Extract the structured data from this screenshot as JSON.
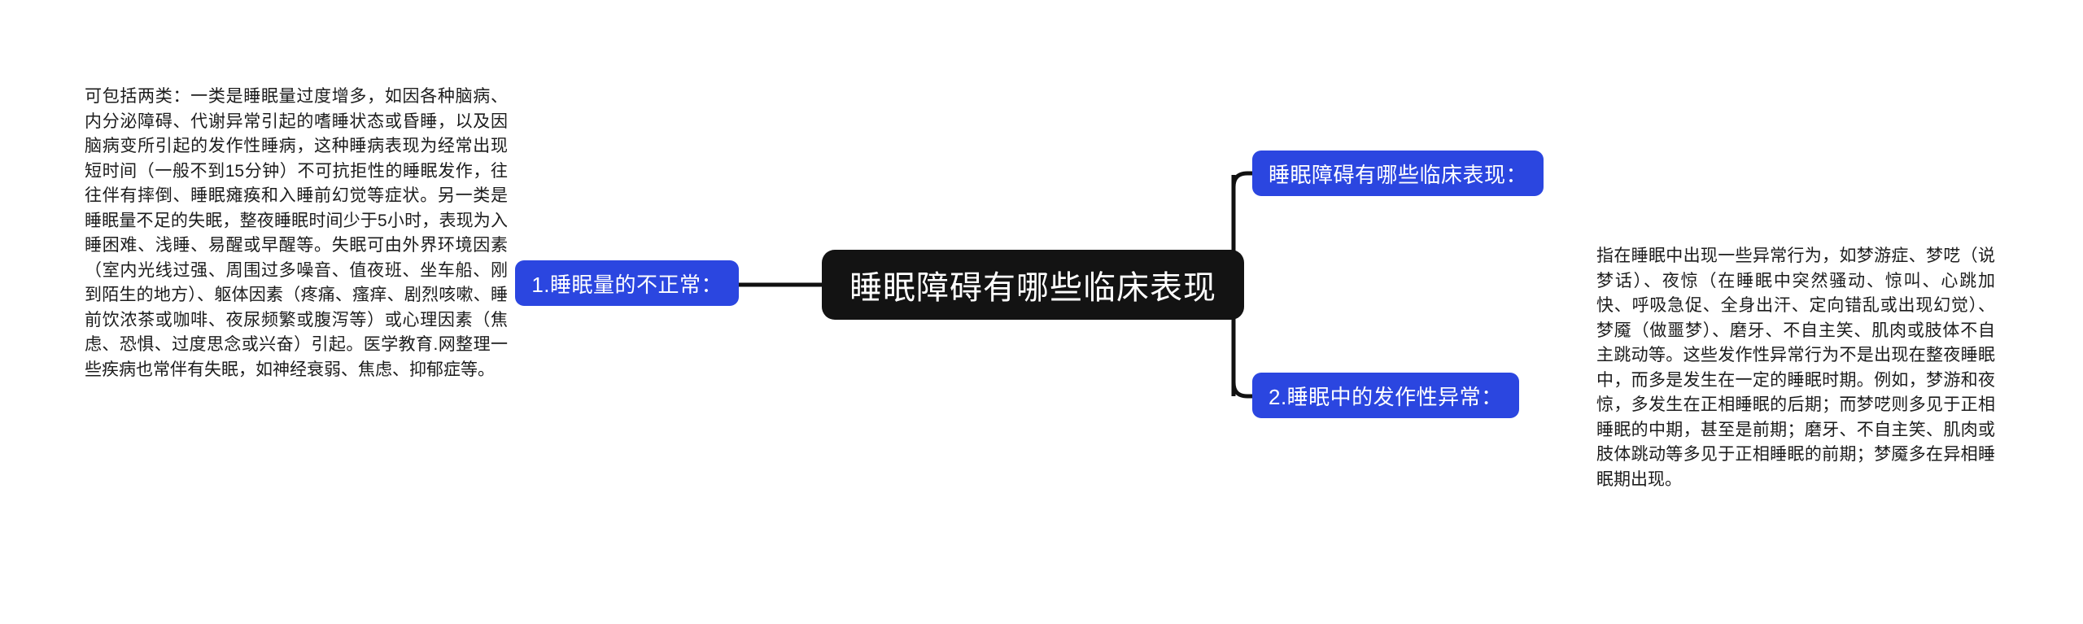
{
  "diagram": {
    "type": "mind-map",
    "title": "睡眠障碍有哪些临床表现",
    "colors": {
      "center_node_background": "#131313",
      "center_node_text": "#ffffff",
      "branch_node_background": "#2b46e0",
      "branch_node_text": "#ffffff",
      "connector_line": "#111111",
      "page_background": "#ffffff",
      "body_text": "#1c1c1c"
    }
  },
  "center": {
    "label": "睡眠障碍有哪些临床表现"
  },
  "nodes": {
    "top_right": {
      "label": "睡眠障碍有哪些临床表现："
    },
    "left": {
      "label": "1.睡眠量的不正常："
    },
    "bottom_right": {
      "label": "2.睡眠中的发作性异常："
    }
  },
  "paragraphs": {
    "left": "可包括两类：一类是睡眠量过度增多，如因各种脑病、内分泌障碍、代谢异常引起的嗜睡状态或昏睡，以及因脑病变所引起的发作性睡病，这种睡病表现为经常出现短时间（一般不到15分钟）不可抗拒性的睡眠发作，往往伴有摔倒、睡眠瘫痪和入睡前幻觉等症状。另一类是睡眠量不足的失眠，整夜睡眠时间少于5小时，表现为入睡困难、浅睡、易醒或早醒等。失眠可由外界环境因素（室内光线过强、周围过多噪音、值夜班、坐车船、刚到陌生的地方）、躯体因素（疼痛、瘙痒、剧烈咳嗽、睡前饮浓茶或咖啡、夜尿频繁或腹泻等）或心理因素（焦虑、恐惧、过度思念或兴奋）引起。医学教育.网整理一些疾病也常伴有失眠，如神经衰弱、焦虑、抑郁症等。",
    "right": "指在睡眠中出现一些异常行为，如梦游症、梦呓（说梦话）、夜惊（在睡眠中突然骚动、惊叫、心跳加快、呼吸急促、全身出汗、定向错乱或出现幻觉）、梦魇（做噩梦）、磨牙、不自主笑、肌肉或肢体不自主跳动等。这些发作性异常行为不是出现在整夜睡眠中，而多是发生在一定的睡眠时期。例如，梦游和夜惊，多发生在正相睡眠的后期；而梦呓则多见于正相睡眠的中期，甚至是前期；磨牙、不自主笑、肌肉或肢体跳动等多见于正相睡眠的前期；梦魇多在异相睡眠期出现。"
  }
}
